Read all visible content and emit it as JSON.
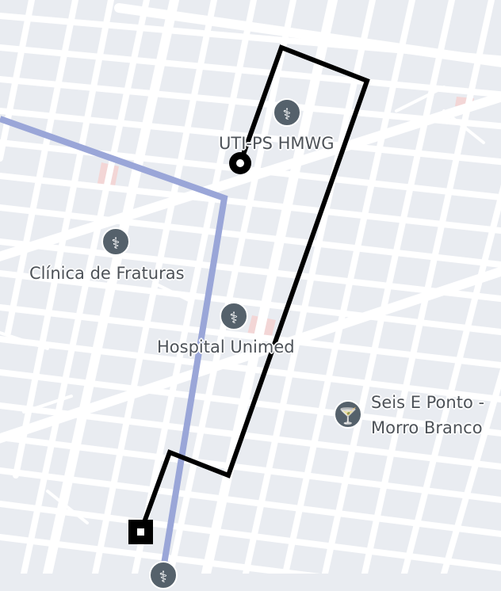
{
  "map": {
    "colors": {
      "background": "#e9ecf1",
      "road": "#ffffff",
      "route": "#000000",
      "transit_line": "#9aa6d8",
      "highlight_block": "#f3d6d6",
      "poi_icon": "#55616b",
      "poi_label": "#4d5258"
    },
    "pois": [
      {
        "name": "UTI-PS HMWG",
        "icon": "medical-icon"
      },
      {
        "name": "Clínica de Fraturas",
        "icon": "medical-icon"
      },
      {
        "name": "Hospital Unimed",
        "icon": "medical-icon"
      },
      {
        "name_line1": "Seis E Ponto -",
        "name_line2": "Morro Branco",
        "icon": "cocktail-bar-icon"
      }
    ],
    "markers": {
      "origin": "origin-marker",
      "destination": "destination-marker"
    },
    "icon_glyphs": {
      "medical": "⚕",
      "bar": "🍸"
    }
  }
}
